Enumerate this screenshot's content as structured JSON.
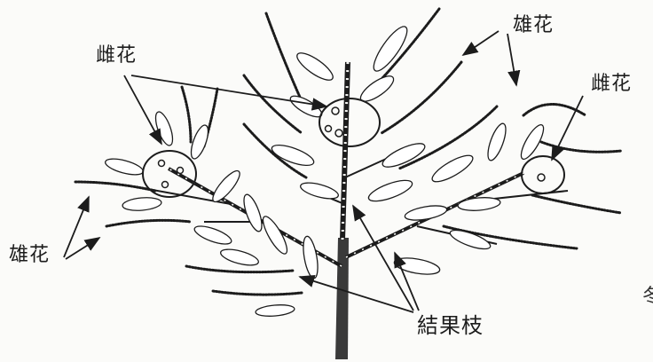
{
  "labels": {
    "female_left": "雌花",
    "female_right": "雌花",
    "male_top": "雄花",
    "male_left": "雄花",
    "fruiting_branch": "結果枝",
    "edge_fragment": "冬"
  },
  "colors": {
    "ink": "#1c1c1c",
    "paper": "#fbfbf9",
    "trunk": "#3a3a3a"
  }
}
